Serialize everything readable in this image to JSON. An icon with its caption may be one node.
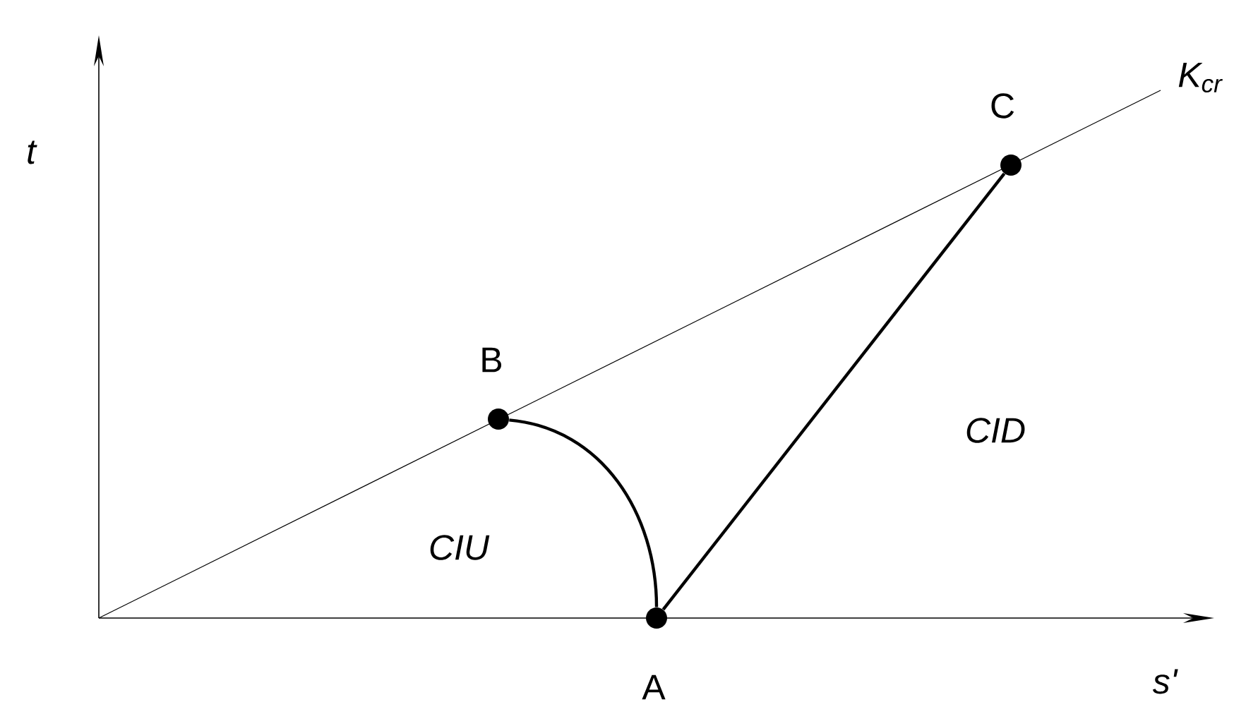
{
  "diagram": {
    "nodes": [
      {
        "text": [],
        "shape": "circle",
        "beside": [
          "A"
        ]
      },
      {
        "text": [],
        "shape": "circle",
        "beside": [
          "B"
        ]
      },
      {
        "text": [],
        "shape": "circle",
        "beside": [
          "C"
        ]
      }
    ],
    "edges": [
      {
        "from": 0,
        "to": 1,
        "arrow": "none"
      },
      {
        "from": 0,
        "to": 2,
        "arrow": "none"
      }
    ],
    "labels": [
      "t",
      "K$_{cr}$",
      "CID",
      "CIU",
      "s'"
    ]
  }
}
